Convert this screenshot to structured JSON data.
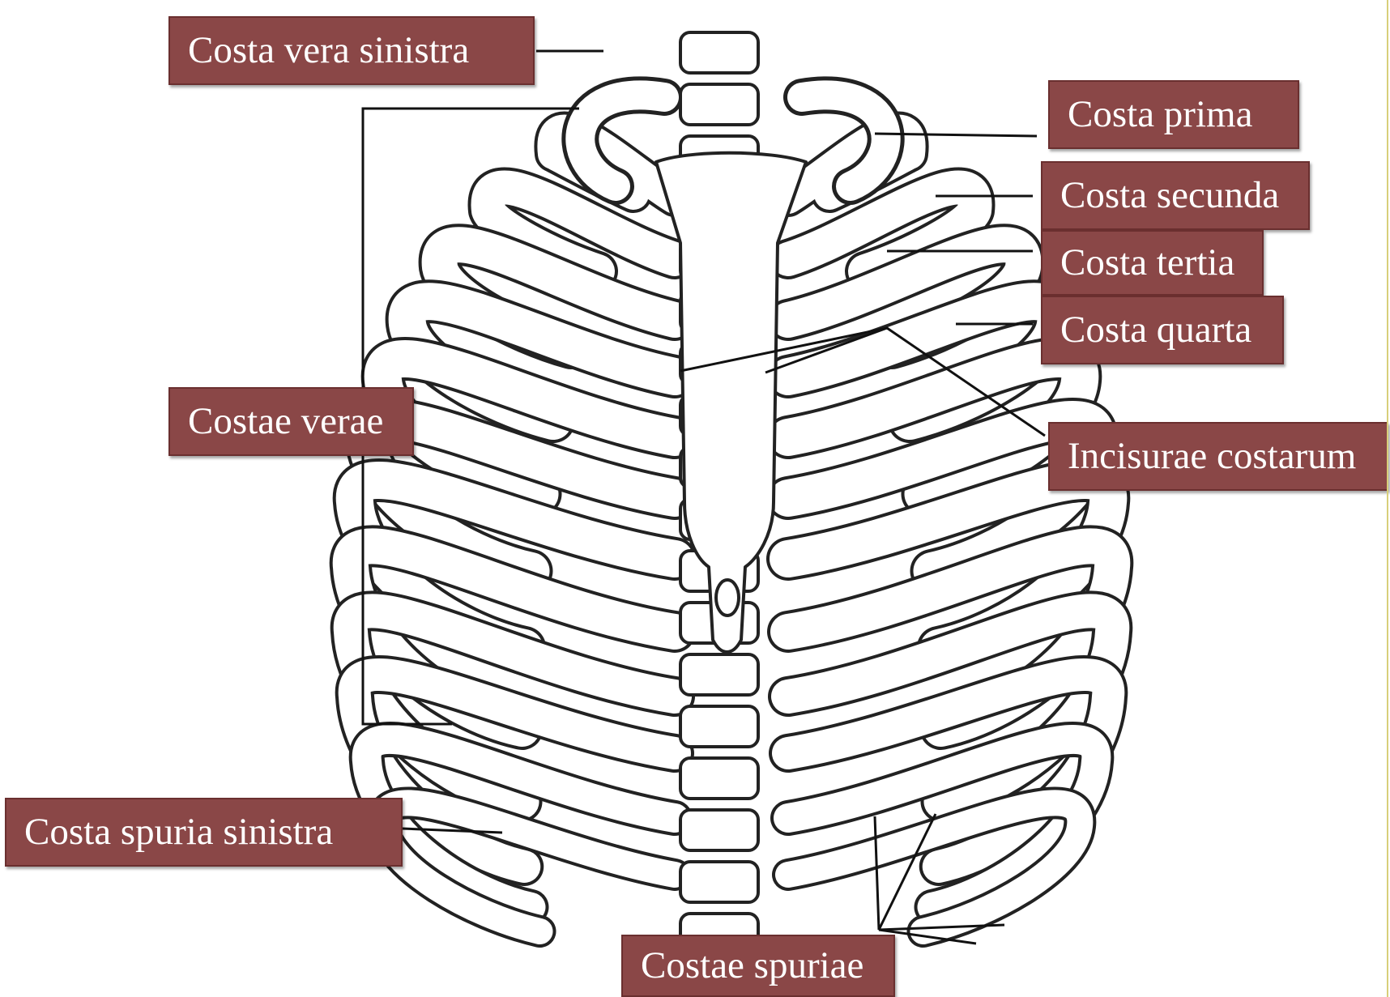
{
  "diagram": {
    "subject": "rib cage",
    "colors": {
      "label_fill": "#8a4747",
      "label_text": "#ffffff",
      "leader_line": "#111111",
      "bone_outline": "#222222",
      "bone_fill": "#ffffff",
      "frame_line": "#d8cf7a"
    },
    "labels": {
      "costa_vera_sinistra": "Costa vera sinistra",
      "costae_verae": "Costae verae",
      "costa_spuria_sinistra": "Costa spuria sinistra",
      "costae_spuriae": "Costae spuriae",
      "costa_prima": "Costa prima",
      "costa_secunda": "Costa secunda",
      "costa_tertia": "Costa tertia",
      "costa_quarta": "Costa quarta",
      "incisurae_costarum": "Incisurae costarum"
    }
  }
}
